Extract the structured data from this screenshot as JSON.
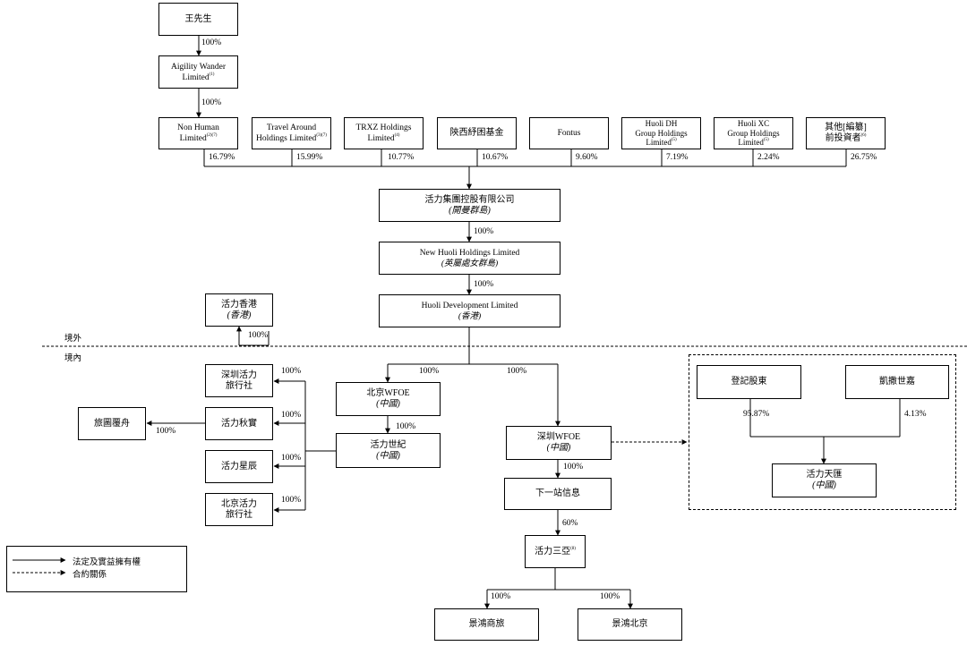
{
  "nodes": {
    "wang": "王先生",
    "agility": {
      "l1": "Aigility Wander",
      "l2": "Limited",
      "note": "(1)"
    },
    "nonhuman": {
      "l1": "Non Human",
      "l2": "Limited",
      "note": "(2)(7)"
    },
    "travel": {
      "l1": "Travel Around",
      "l2": "Holdings Limited",
      "note": "(3)(7)"
    },
    "trxz": {
      "l1": "TRXZ Holdings",
      "l2": "Limited",
      "note": "(4)"
    },
    "shaanxi": "陝西紓困基金",
    "fontus": "Fontus",
    "huolidh": {
      "l1": "Huoli DH",
      "l2": "Group Holdings",
      "l3": "Limited",
      "note": "(5)"
    },
    "huolixc": {
      "l1": "Huoli XC",
      "l2": "Group Holdings",
      "l3": "Limited",
      "note": "(5)"
    },
    "others": {
      "l1": "其他[編纂]",
      "l2": "前投資者",
      "note": "(6)"
    },
    "group": {
      "l1": "活力集團控股有限公司",
      "l2": "(開曼群島)"
    },
    "newhuoli": {
      "l1": "New Huoli Holdings Limited",
      "l2": "(英屬處女群島)"
    },
    "dev": {
      "l1": "Huoli Development Limited",
      "l2": "(香港)"
    },
    "hk": {
      "l1": "活力香港",
      "l2": "(香港)"
    },
    "sztravel": {
      "l1": "深圳活力",
      "l2": "旅行社"
    },
    "qiushi": "活力秋實",
    "xingchen": "活力星辰",
    "bjtravel": {
      "l1": "北京活力",
      "l2": "旅行社"
    },
    "lvtu": "旅圖覆舟",
    "bjwfoe": {
      "l1": "北京WFOE",
      "l2": "(中國)"
    },
    "shiji": {
      "l1": "活力世紀",
      "l2": "(中國)"
    },
    "szwfoe": {
      "l1": "深圳WFOE",
      "l2": "(中國)"
    },
    "nextstop": "下一站信息",
    "sanya": "活力三亞",
    "sanya_note": "(8)",
    "jhsl": "景鴻商旅",
    "jhbj": "景鴻北京",
    "regsh": "登記股東",
    "kaiche": "凱撒世嘉",
    "tianhui": {
      "l1": "活力天匯",
      "l2": "(中國)"
    }
  },
  "percents": {
    "wang_agility": "100%",
    "agility_nonhuman": "100%",
    "nonhuman": "16.79%",
    "travel": "15.99%",
    "trxz": "10.77%",
    "shaanxi": "10.67%",
    "fontus": "9.60%",
    "huolidh": "7.19%",
    "huolixc": "2.24%",
    "others": "26.75%",
    "group_newhuoli": "100%",
    "newhuoli_dev": "100%",
    "dev_hk": "100%",
    "dev_bjwfoe": "100%",
    "dev_szwfoe": "100%",
    "bjwfoe_shiji": "100%",
    "shiji_sztravel": "100%",
    "shiji_qiushi": "100%",
    "shiji_xingchen": "100%",
    "shiji_bjtravel": "100%",
    "qiushi_lvtu": "100%",
    "szwfoe_nextstop": "100%",
    "nextstop_sanya": "60%",
    "sanya_jhsl": "100%",
    "sanya_jhbj": "100%",
    "regsh_tianhui": "95.87%",
    "kaiche_tianhui": "4.13%"
  },
  "regions": {
    "offshore": "境外",
    "onshore": "境內"
  },
  "legend": {
    "solid": "法定及實益擁有權",
    "dashed": "合約關係"
  }
}
